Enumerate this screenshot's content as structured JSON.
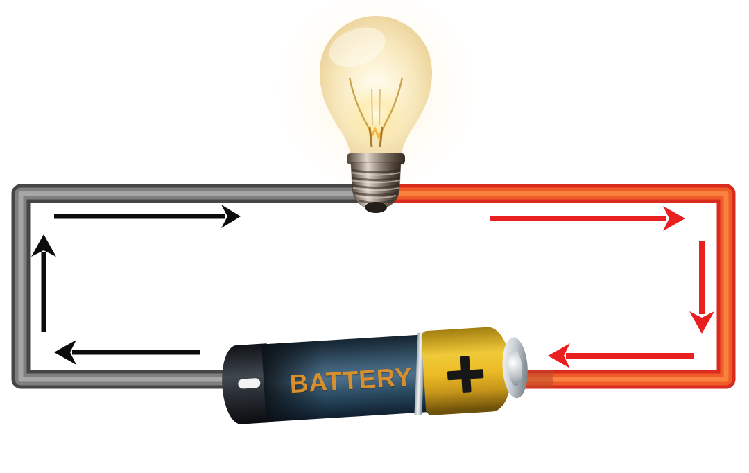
{
  "scene": {
    "type": "circuit-diagram",
    "background_color": "#ffffff",
    "description": "Closed electric circuit: a battery lights an incandescent bulb; arrows show current flowing around both halves of the loop"
  },
  "bulb": {
    "component": "light-bulb",
    "state": "lit",
    "glow_color": "#ffefc2",
    "glass_color": "#f7e8c0",
    "filament_color": "#f5b43c",
    "base_color": "#9a8c7f"
  },
  "battery": {
    "component": "battery",
    "label": "BATTERY",
    "label_color": "#d8902f",
    "negative_symbol": "-",
    "positive_symbol": "+",
    "body_color": "#3f6078",
    "negative_cap_color": "#23272e",
    "positive_cap_color": "#eab723",
    "terminal_color": "#c9ced3"
  },
  "wires": {
    "negative_wire": {
      "side": "left",
      "edge_color": "#454545",
      "mid_color": "#7f7f7f",
      "core_color": "#a6a6a6"
    },
    "positive_wire": {
      "side": "right",
      "edge_color": "#d92b1e",
      "mid_color": "#f05c28",
      "core_color": "#f8823e"
    }
  },
  "current_arrows": {
    "black_loop": {
      "color": "#0c0c0c",
      "directions": [
        "right",
        "up",
        "left"
      ]
    },
    "red_loop": {
      "color": "#e82120",
      "directions": [
        "right",
        "down",
        "left"
      ]
    }
  }
}
